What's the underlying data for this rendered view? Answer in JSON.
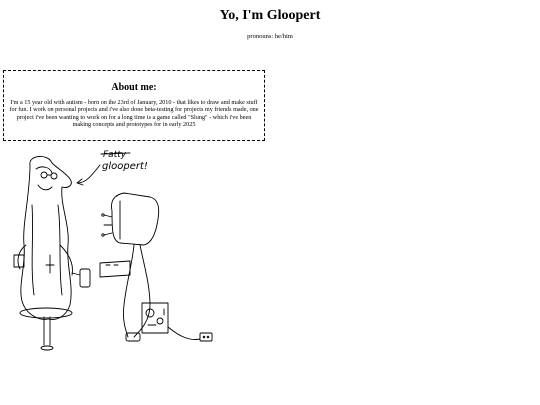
{
  "header": {
    "title": "Yo, I'm Gloopert",
    "pronouns": "pronouns: he/him"
  },
  "about": {
    "heading": "About me:",
    "text": "I'm a 15 year old with autism - born on the 23rd of January, 2010 - that likes to draw and make stuff for fun. I work on personal projects and i've also done beta-testing for projects my friends made, one project i've been wanting to work on for a long time is a game called \"Slung\" - which i've been making concepts and prototypes for in early 2025"
  },
  "drawing": {
    "crossed_name": "Fatty",
    "name": "gloopert!"
  }
}
